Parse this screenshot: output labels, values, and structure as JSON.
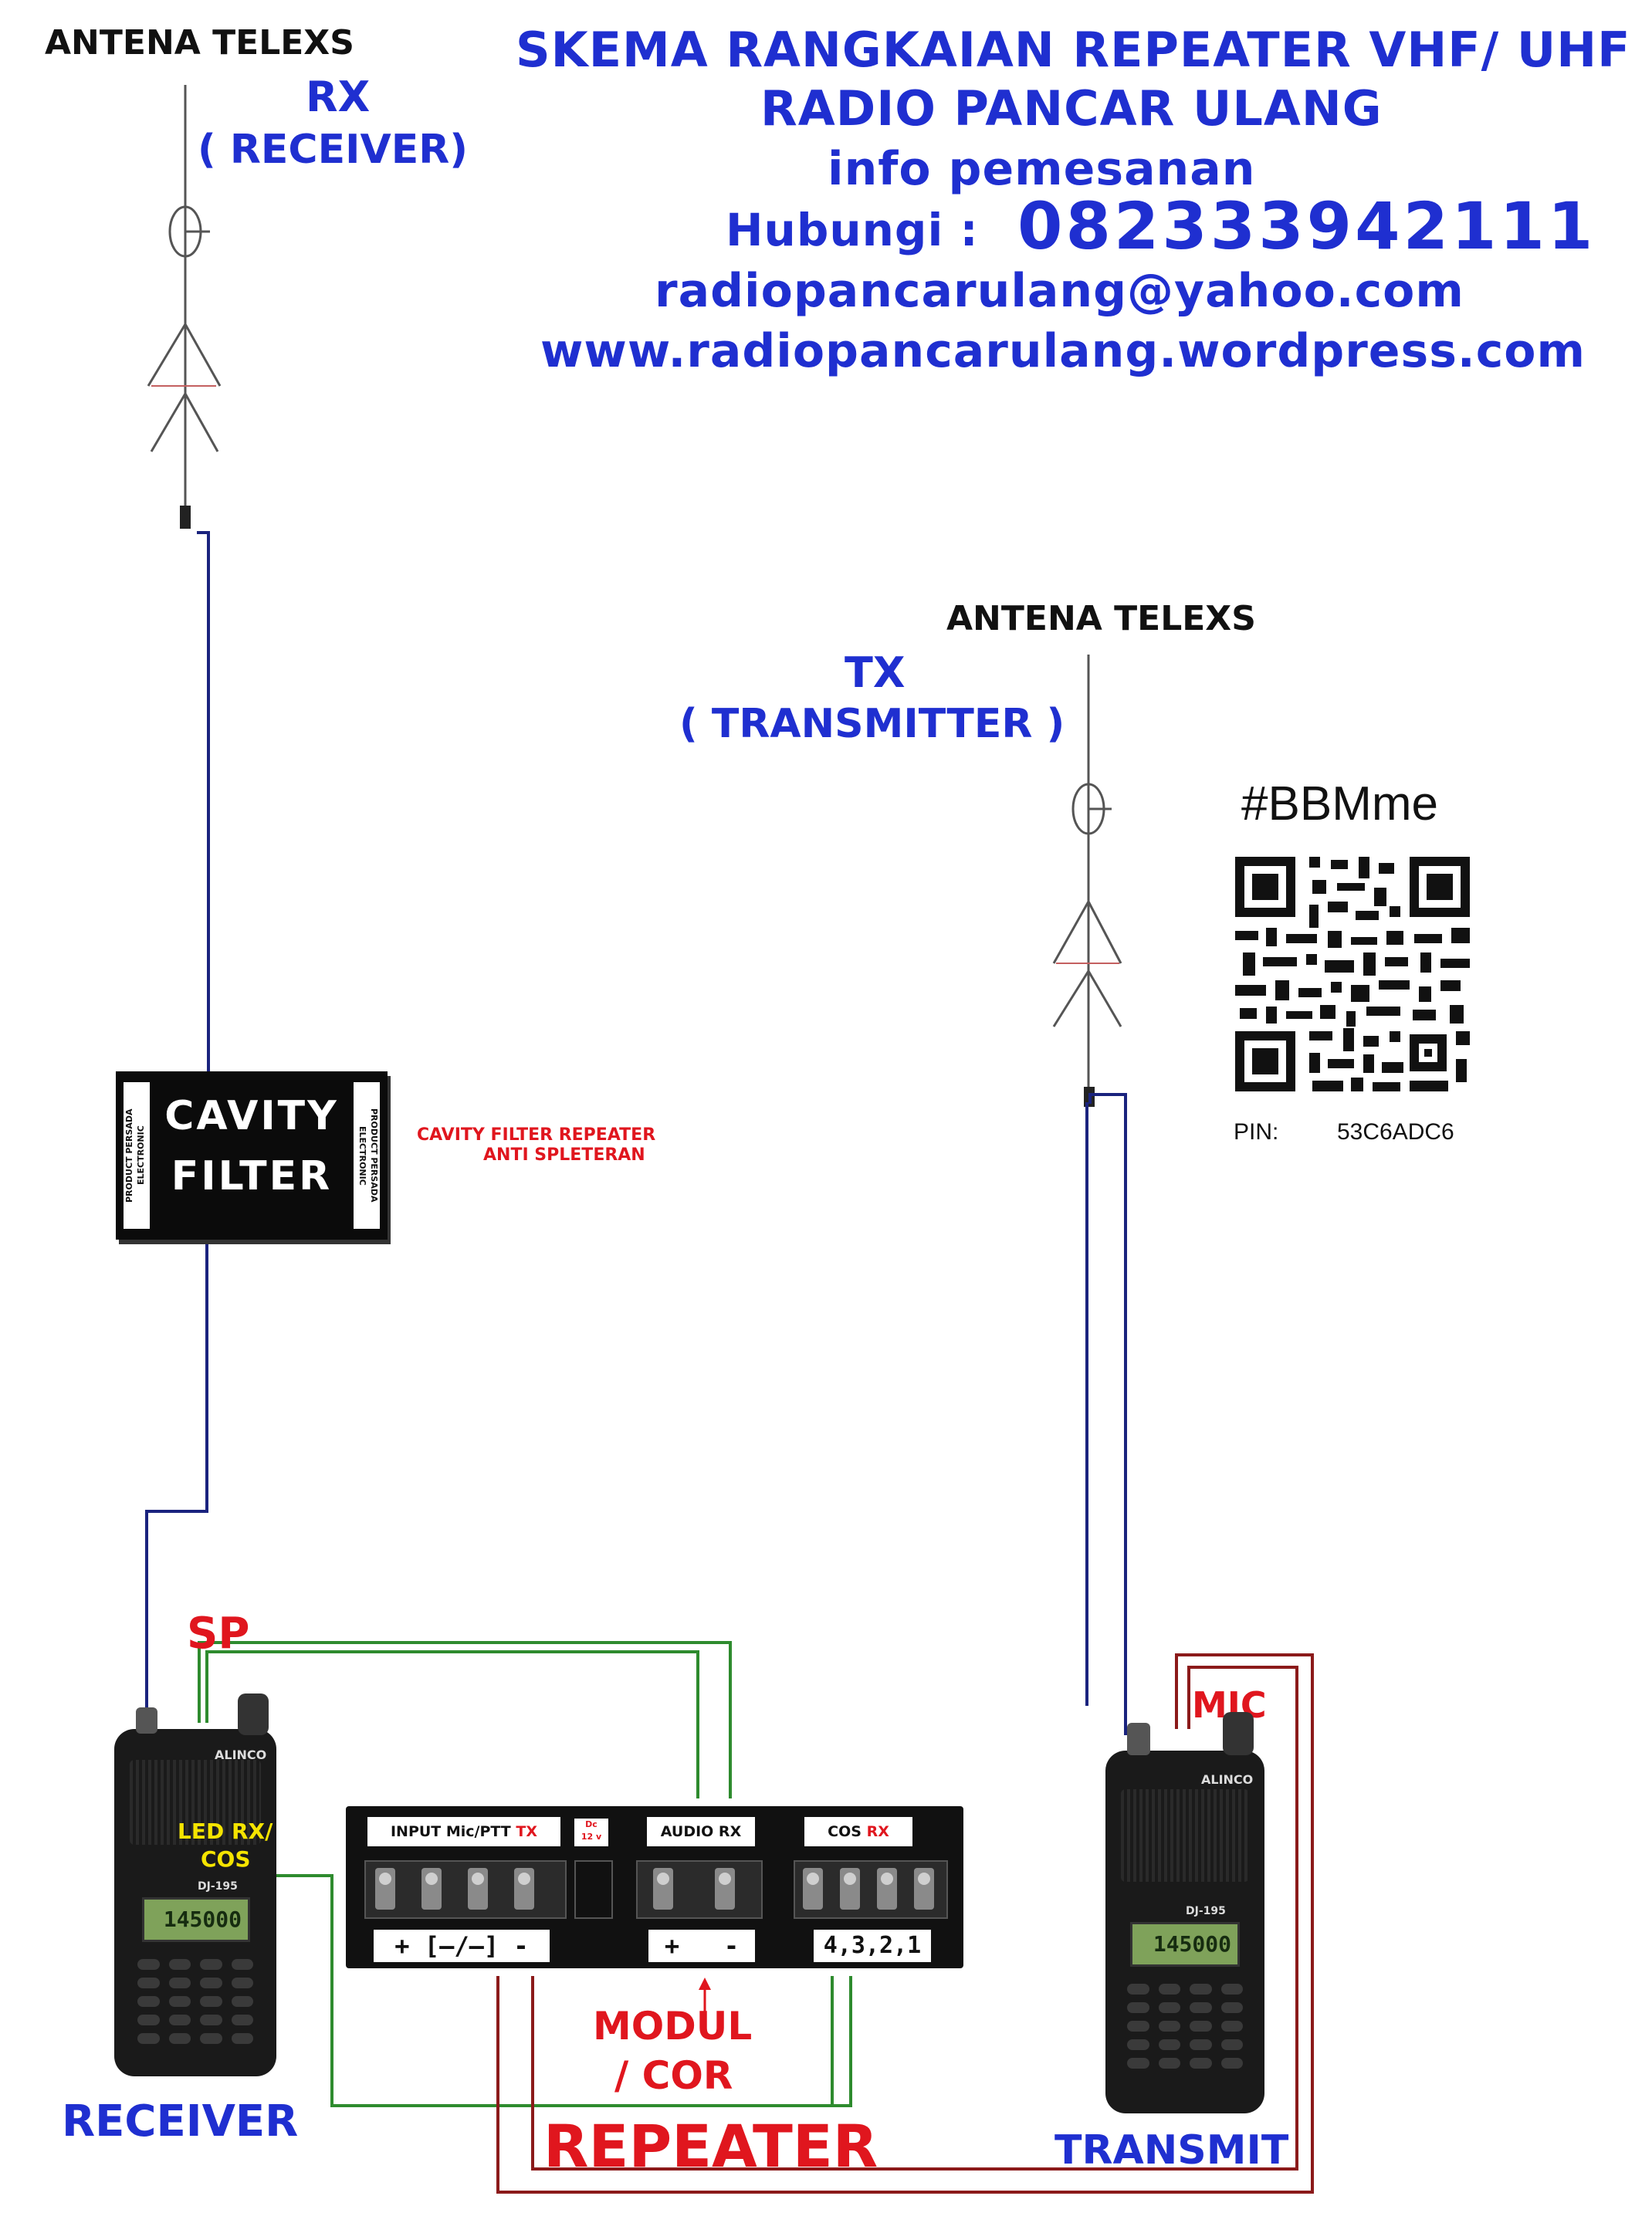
{
  "header": {
    "line1": "SKEMA RANGKAIAN REPEATER VHF/ UHF",
    "line2": "RADIO PANCAR ULANG",
    "line3": "info pemesanan",
    "line4_prefix": "Hubungi :",
    "phone": "082333942111",
    "email": "radiopancarulang@yahoo.com",
    "website": "www.radiopancarulang.wordpress.com"
  },
  "rx_antenna": {
    "title": "ANTENA TELEXS",
    "label": "RX",
    "sublabel": "( RECEIVER)"
  },
  "tx_antenna": {
    "title": "ANTENA TELEXS",
    "label": "TX",
    "sublabel": "( TRANSMITTER )"
  },
  "cavity": {
    "line1": "CAVITY",
    "line2": "FILTER",
    "side_text": "PRODUCT PERSADA ELECTRONIC",
    "note_line1": "CAVITY FILTER REPEATER",
    "note_line2": "ANTI SPLETERAN"
  },
  "bbm": {
    "tag": "#BBMme",
    "pin_label": "PIN:",
    "pin": "53C6ADC6"
  },
  "module": {
    "tag_input": "INPUT Mic/PTT",
    "tag_input_red": "TX",
    "tag_dc_line1": "Dc",
    "tag_dc_line2": "12 v",
    "tag_audio": "AUDIO RX",
    "tag_cos": "COS",
    "tag_cos_red": "RX",
    "pins_input": "+ [—/—] -",
    "pins_audio": "+   -",
    "pins_cos": "4,3,2,1"
  },
  "labels": {
    "sp": "SP",
    "mic": "MIC",
    "led_rx": "LED RX/",
    "cos": "COS",
    "modul": "MODUL",
    "cor": "/ COR",
    "repeater": "REPEATER",
    "receiver": "RECEIVER",
    "transmit": "TRANSMIT"
  },
  "radio": {
    "brand": "ALINCO",
    "model": "DJ-195",
    "freq": "145000"
  },
  "colors": {
    "header_blue": "#1f2fd0",
    "label_red": "#e0161e",
    "coax_blue": "#1a237e",
    "audio_green": "#2e8b2e",
    "ptt_darkred": "#8b1a1a",
    "led_yellow": "#f5e400"
  }
}
